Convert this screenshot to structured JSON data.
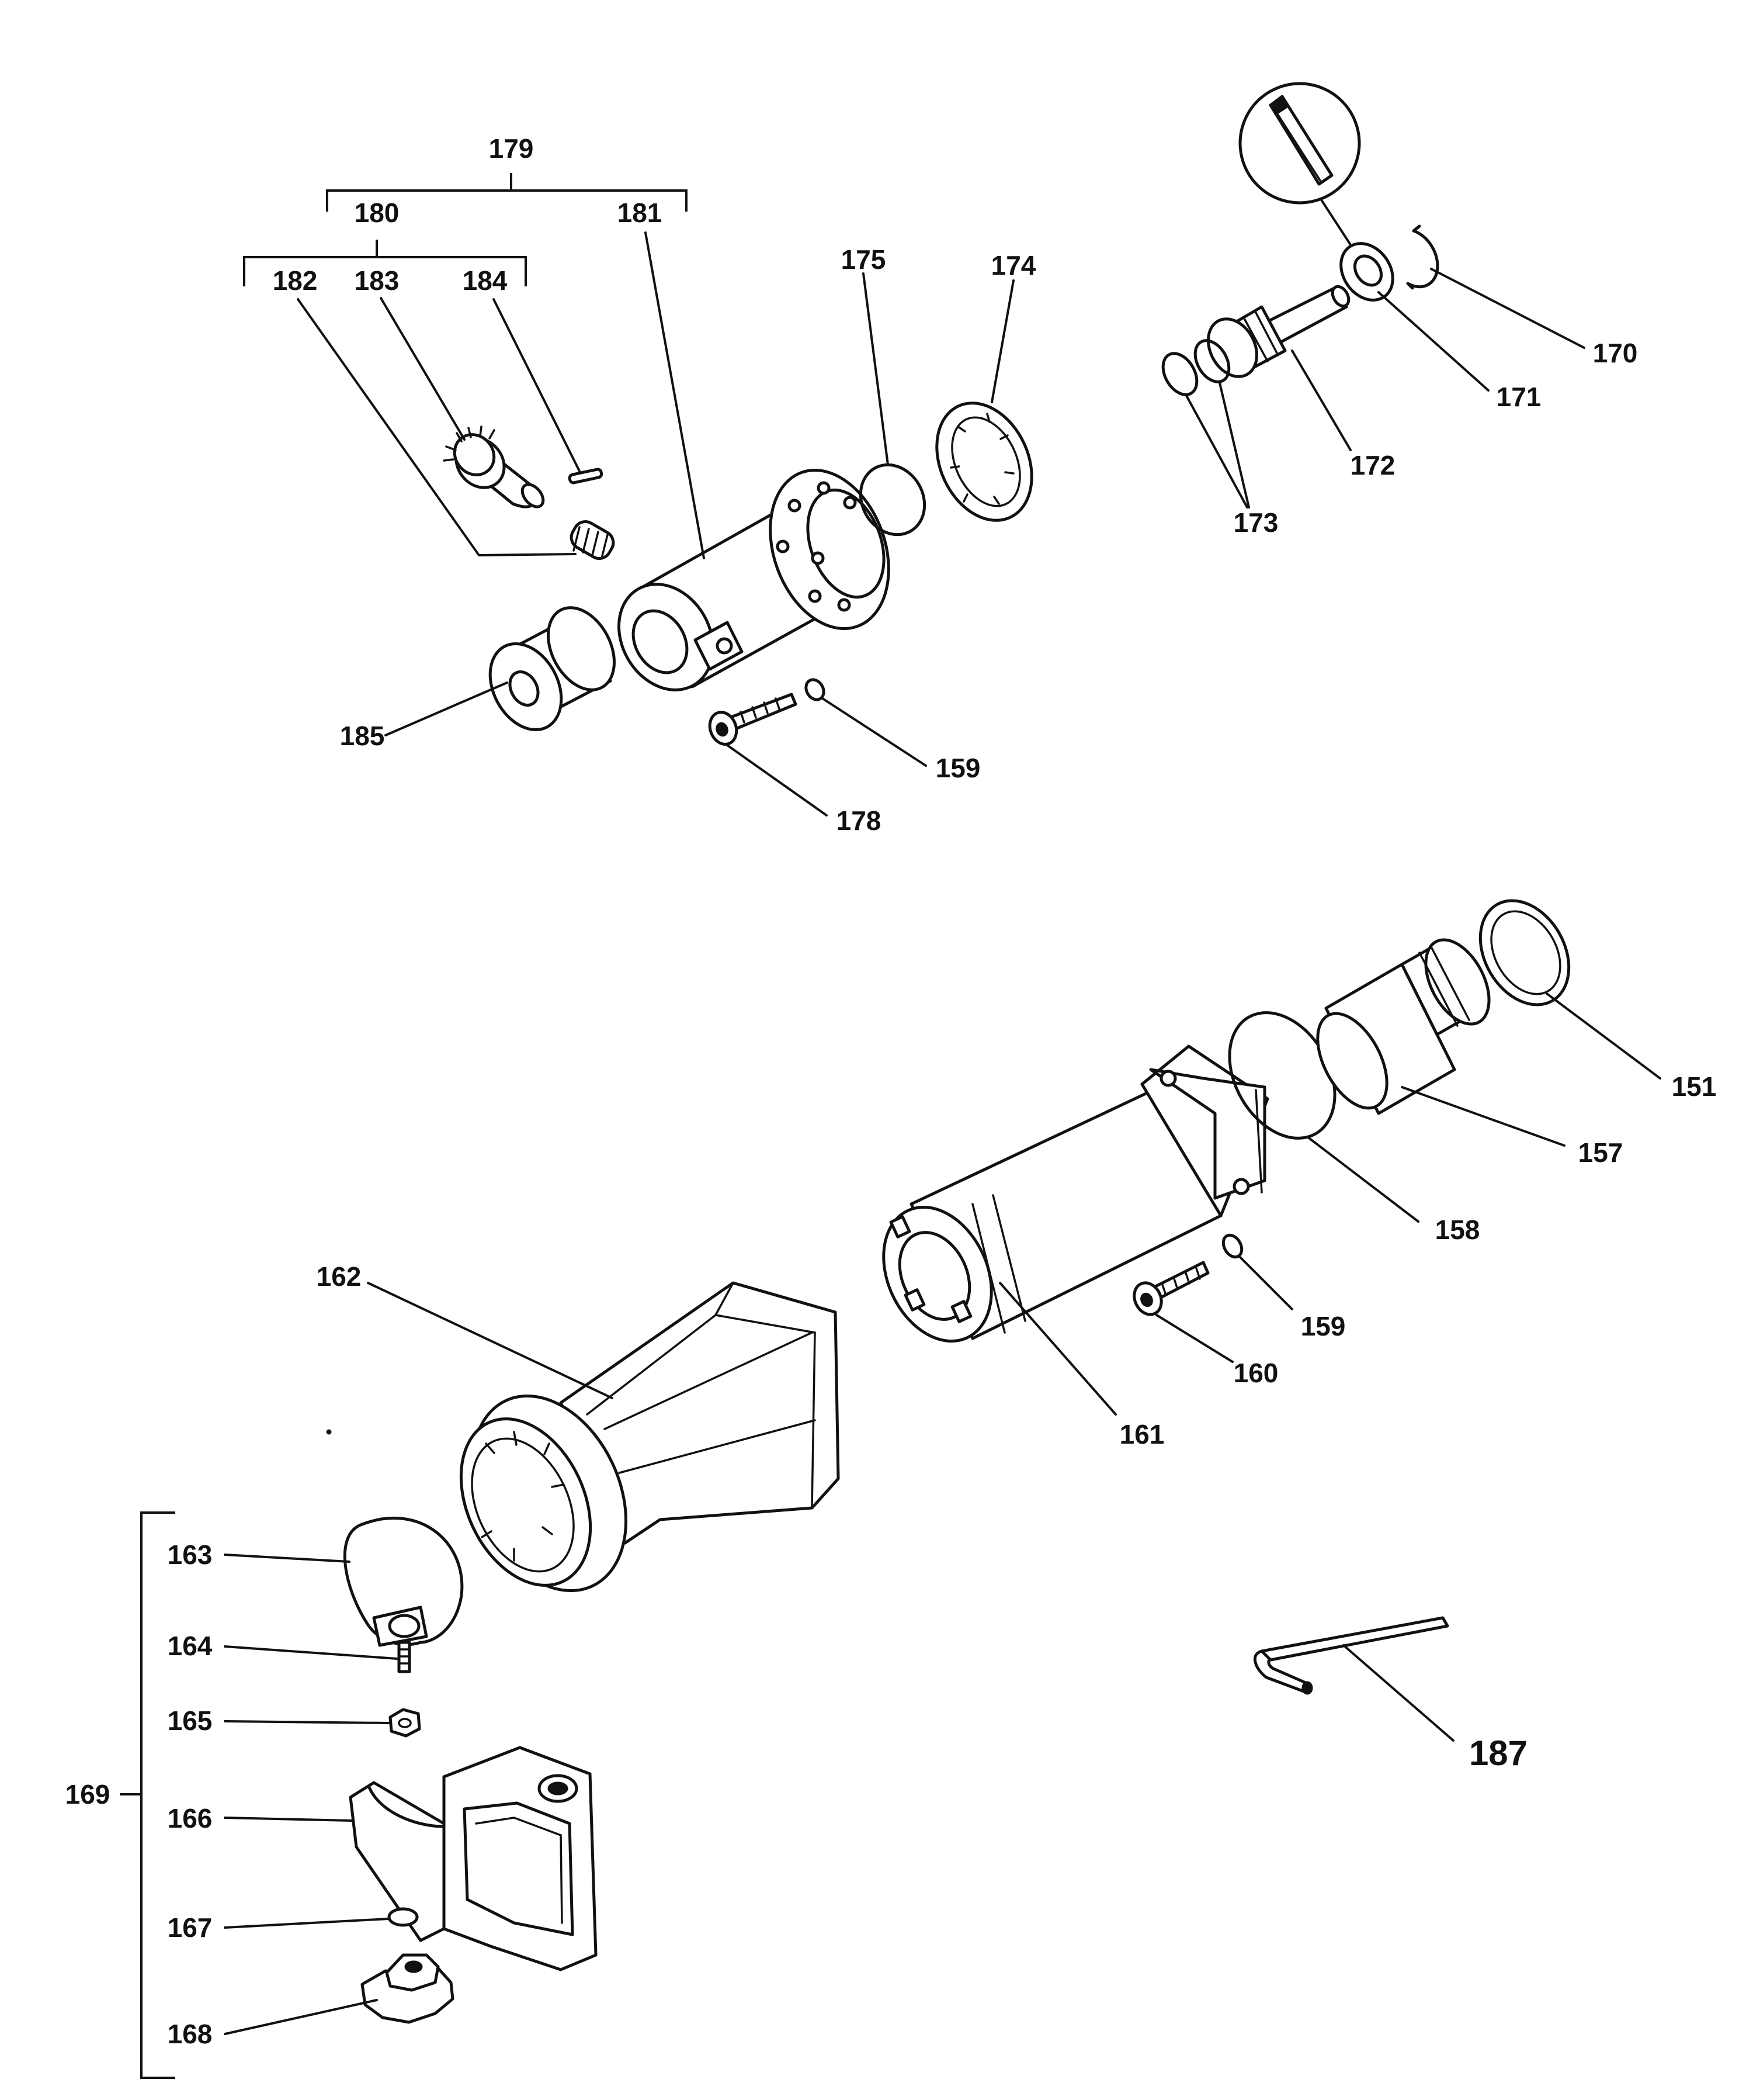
{
  "labels": {
    "p151": "151",
    "p157": "157",
    "p158": "158",
    "p159a": "159",
    "p159b": "159",
    "p160": "160",
    "p161": "161",
    "p162": "162",
    "p163": "163",
    "p164": "164",
    "p165": "165",
    "p166": "166",
    "p167": "167",
    "p168": "168",
    "p169": "169",
    "p170": "170",
    "p171": "171",
    "p172": "172",
    "p173": "173",
    "p174": "174",
    "p175": "175",
    "p178": "178",
    "p179": "179",
    "p180": "180",
    "p181": "181",
    "p182": "182",
    "p183": "183",
    "p184": "184",
    "p185": "185",
    "p187": "187"
  },
  "colors": {
    "line": "#111111",
    "background": "#ffffff"
  }
}
